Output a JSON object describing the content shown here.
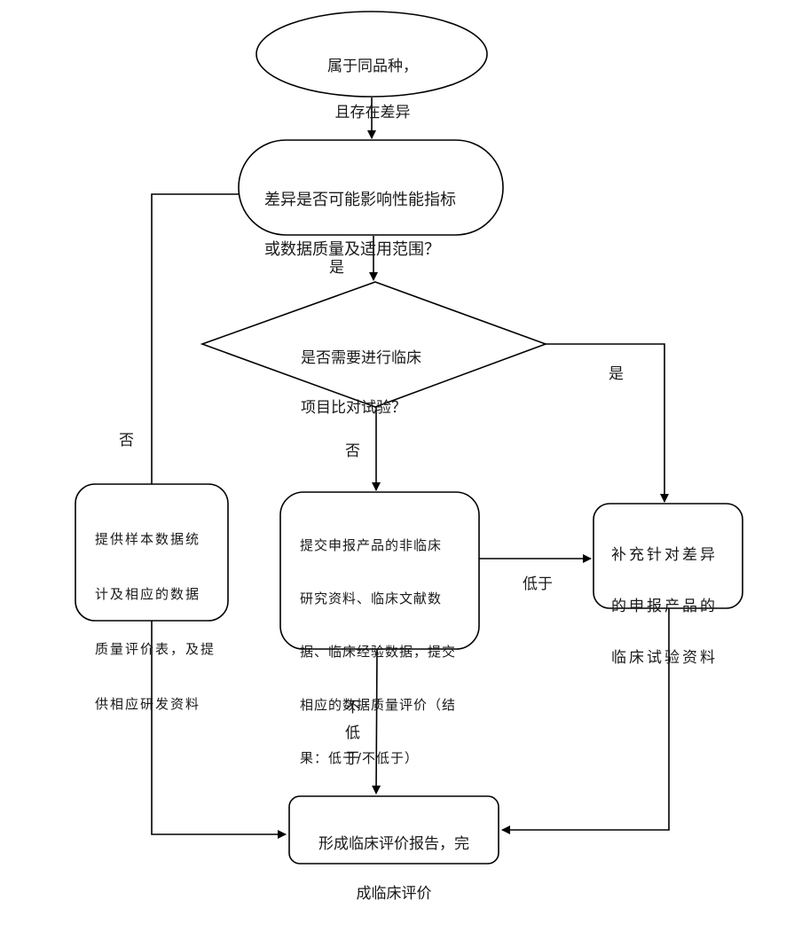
{
  "diagram": {
    "type": "flowchart",
    "nodes": {
      "start": {
        "shape": "ellipse",
        "lines": [
          "属于同品种，",
          "且存在差异"
        ]
      },
      "q1": {
        "shape": "stadium",
        "lines": [
          "差异是否可能影响性能指标",
          "或数据质量及适用范围？"
        ]
      },
      "q2": {
        "shape": "diamond",
        "lines": [
          "是否需要进行临床",
          "项目比对试验？"
        ]
      },
      "left_box": {
        "shape": "rounded-rect",
        "lines": [
          "提供样本数据统",
          "计及相应的数据",
          "质量评价表，及提",
          "供相应研发资料"
        ]
      },
      "mid_box": {
        "shape": "rounded-rect",
        "lines": [
          "提交申报产品的非临床",
          "研究资料、临床文献数",
          "据、临床经验数据，提交",
          "相应的数据质量评价（结",
          "果：低于/不低于）"
        ]
      },
      "right_box": {
        "shape": "rounded-rect",
        "lines": [
          "补充针对差异",
          "的申报产品的",
          "临床试验资料"
        ]
      },
      "end": {
        "shape": "rounded-rect",
        "lines": [
          "形成临床评价报告，完",
          "成临床评价"
        ]
      }
    },
    "edges": [
      {
        "from": "start",
        "to": "q1",
        "label": ""
      },
      {
        "from": "q1",
        "to": "q2",
        "label": "是"
      },
      {
        "from": "q1",
        "to": "left_box",
        "label": "否"
      },
      {
        "from": "q2",
        "to": "right_box",
        "label": "是"
      },
      {
        "from": "q2",
        "to": "mid_box",
        "label": "否"
      },
      {
        "from": "mid_box",
        "to": "right_box",
        "label": "低于"
      },
      {
        "from": "mid_box",
        "to": "end",
        "label": "不低于"
      },
      {
        "from": "left_box",
        "to": "end",
        "label": ""
      },
      {
        "from": "right_box",
        "to": "end",
        "label": ""
      }
    ],
    "labels": {
      "q1_yes": "是",
      "q1_no": "否",
      "q2_yes": "是",
      "q2_no": "否",
      "lower": "低于",
      "not_lower": [
        "不",
        "低",
        "于"
      ]
    }
  }
}
